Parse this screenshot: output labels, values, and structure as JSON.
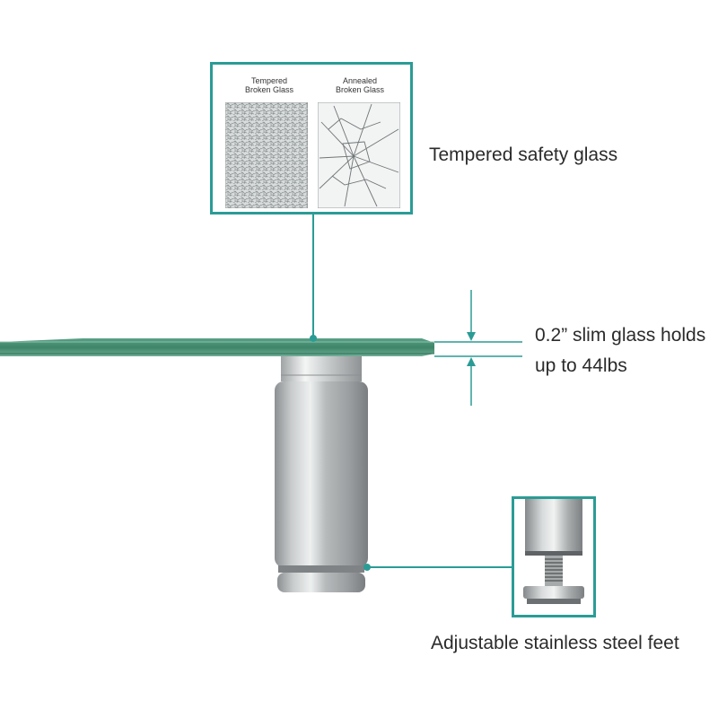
{
  "inset": {
    "left_caption_line1": "Tempered",
    "left_caption_line2": "Broken Glass",
    "right_caption_line1": "Annealed",
    "right_caption_line2": "Broken Glass"
  },
  "labels": {
    "tempered": "Tempered safety glass",
    "thickness_line1": "0.2” slim glass holds",
    "thickness_line2": "up to 44lbs",
    "feet": "Adjustable stainless steel feet"
  },
  "colors": {
    "accent": "#2a9c95",
    "glass": "#3f8a6e",
    "steel": "#b8bcbe"
  }
}
